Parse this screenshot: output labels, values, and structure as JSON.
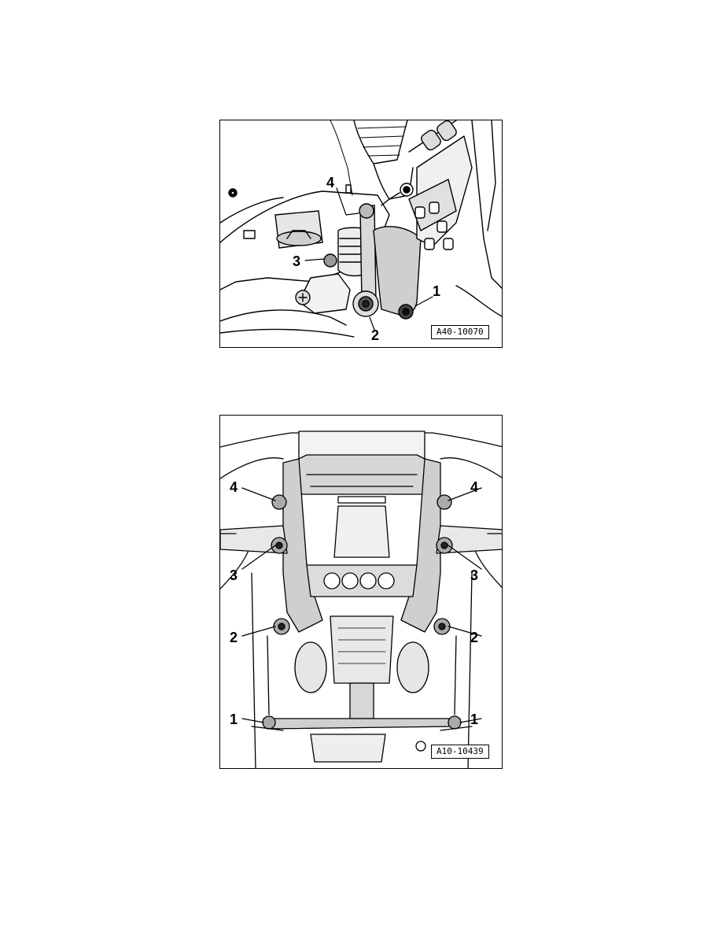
{
  "figures": [
    {
      "id": "A40-10070",
      "callouts": [
        "1",
        "2",
        "3",
        "4"
      ]
    },
    {
      "id": "A10-10439",
      "callouts_left": [
        "4",
        "3",
        "2",
        "1"
      ],
      "callouts_right": [
        "4",
        "3",
        "2",
        "1"
      ]
    }
  ]
}
